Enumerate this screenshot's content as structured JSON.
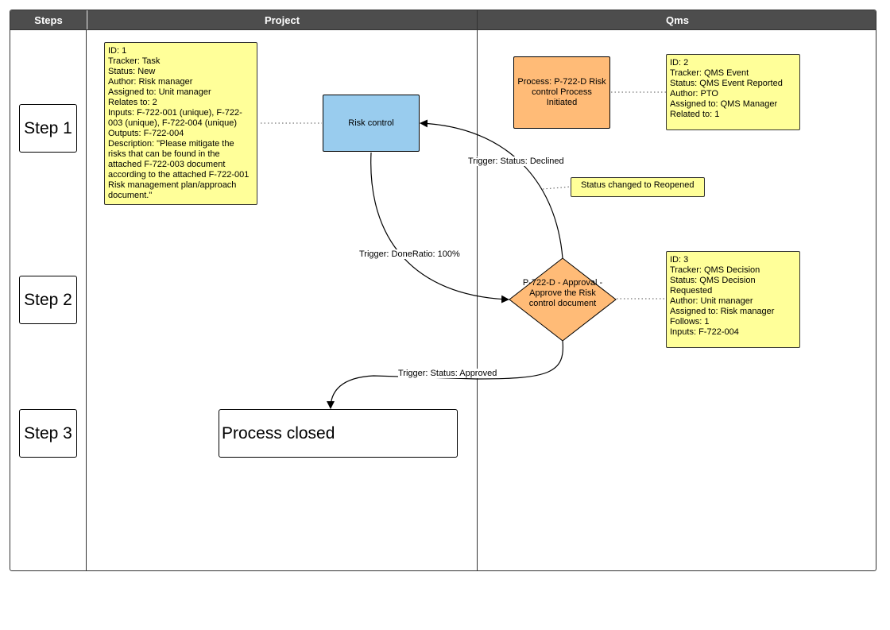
{
  "lanes": {
    "steps": "Steps",
    "project": "Project",
    "qms": "Qms"
  },
  "steps": [
    "Step 1",
    "Step 2",
    "Step 3"
  ],
  "note1": {
    "lines": [
      "ID: 1",
      "Tracker: Task",
      "Status: New",
      "Author: Risk manager",
      "Assigned to: Unit manager",
      "Relates to: 2",
      "Inputs: F-722-001 (unique), F-722-003 (unique), F-722-004 (unique)",
      "Outputs: F-722-004",
      "Description: \"Please mitigate the risks that can be found in the attached F-722-003 document according to the attached F-722-001 Risk management plan/approach document.\""
    ]
  },
  "note2": {
    "lines": [
      "ID: 2",
      "Tracker: QMS Event",
      "Status: QMS Event Reported",
      "Author: PTO",
      "Assigned to: QMS Manager",
      "Related to: 1"
    ]
  },
  "note3": {
    "lines": [
      "ID: 3",
      "Tracker: QMS Decision",
      "Status: QMS Decision Requested",
      "Author: Unit manager",
      "Assigned to: Risk manager",
      "Follows: 1",
      "Inputs: F-722-004"
    ]
  },
  "note4": {
    "text": "Status changed to Reopened"
  },
  "risk_control": "Risk control",
  "process_initiated": "Process: P-722-D Risk control Process Initiated",
  "approval": "P-722-D - Approval - Approve the Risk control document",
  "process_closed": "Process closed",
  "triggers": {
    "declined": "Trigger: Status: Declined",
    "done_ratio": "Trigger: DoneRatio: 100%",
    "approved": "Trigger: Status: Approved"
  },
  "colors": {
    "header": "#4d4d4d",
    "note": "#ffff99",
    "blue_box": "#99ccee",
    "orange_box": "#ffbb77"
  }
}
